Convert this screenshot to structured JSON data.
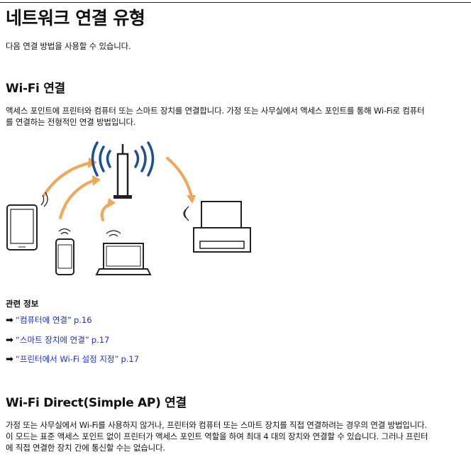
{
  "page": {
    "title": "네트워크 연결 유형",
    "intro": "다음 연결 방법을 사용할 수 있습니다."
  },
  "wifi_section": {
    "heading": "Wi-Fi 연결",
    "body_line1": "액세스 포인트에 프린터와 컴퓨터 또는 스마트 장치를 연결합니다. 가정 또는 사무실에서 액세스 포인트를 통해 Wi-Fi로 컴퓨터",
    "body_line2": "를 연결하는 전형적인 연결 방법입니다."
  },
  "related": {
    "title": "관련 정보",
    "links": [
      {
        "text": "“컴퓨터에 연결”",
        "page": "p.16"
      },
      {
        "text": "“스마트 장치에 연결”",
        "page": "p.17"
      },
      {
        "text": "“프린터에서 Wi-Fi 설정 지정”",
        "page": "p.17"
      }
    ]
  },
  "direct_section": {
    "heading": "Wi-Fi Direct(Simple AP) 연결",
    "body_line1": "가정 또는 사무실에서 Wi-Fi를 사용하지 않거나, 프린터와 컴퓨터 또는 스마트 장치를 직접 연결하려는 경우의 연결 방법입니다.",
    "body_line2": "이 모드는 표준 액세스 포인트 없이 프린터가 액세스 포인트 역할을 하여 최대 4 대의 장치와 연결할 수 있습니다. 그러나 프린터",
    "body_line3": "에 직접 연결한 장치 간에 통신할 수는 없습니다."
  },
  "colors": {
    "link": "#1a33c8",
    "signal": "#1b4f9c",
    "arrow": "#f2a656"
  }
}
